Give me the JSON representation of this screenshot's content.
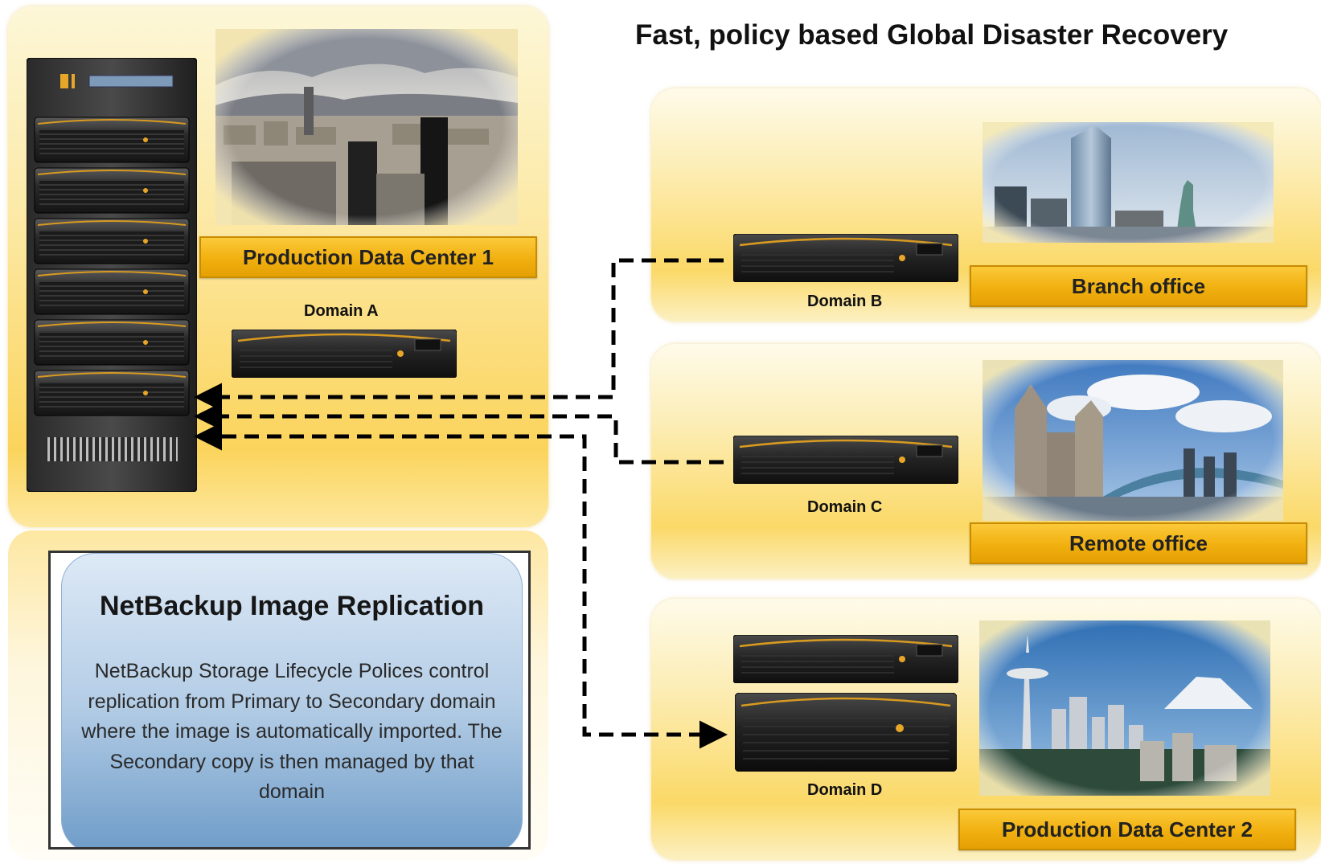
{
  "title": "Fast, policy based Global Disaster Recovery",
  "sites": {
    "pdc1": {
      "banner": "Production Data Center 1",
      "domain": "Domain A"
    },
    "branch": {
      "banner": "Branch office",
      "domain": "Domain B"
    },
    "remote": {
      "banner": "Remote office",
      "domain": "Domain C"
    },
    "pdc2": {
      "banner": "Production Data Center 2",
      "domain": "Domain D"
    }
  },
  "info_box": {
    "heading": "NetBackup Image Replication",
    "body": "NetBackup Storage Lifecycle Polices control replication from Primary to Secondary domain where the image is automatically imported. The Secondary copy is then managed by that domain"
  },
  "colors": {
    "banner_gold": "#f1b00f",
    "panel_yellow": "#fbd968",
    "info_blue": "#6e9cc8",
    "connector": "#000000"
  },
  "icons": [
    "server-rack-icon",
    "backup-appliance-icon",
    "city-photo-icon",
    "dashed-arrow-connector"
  ]
}
